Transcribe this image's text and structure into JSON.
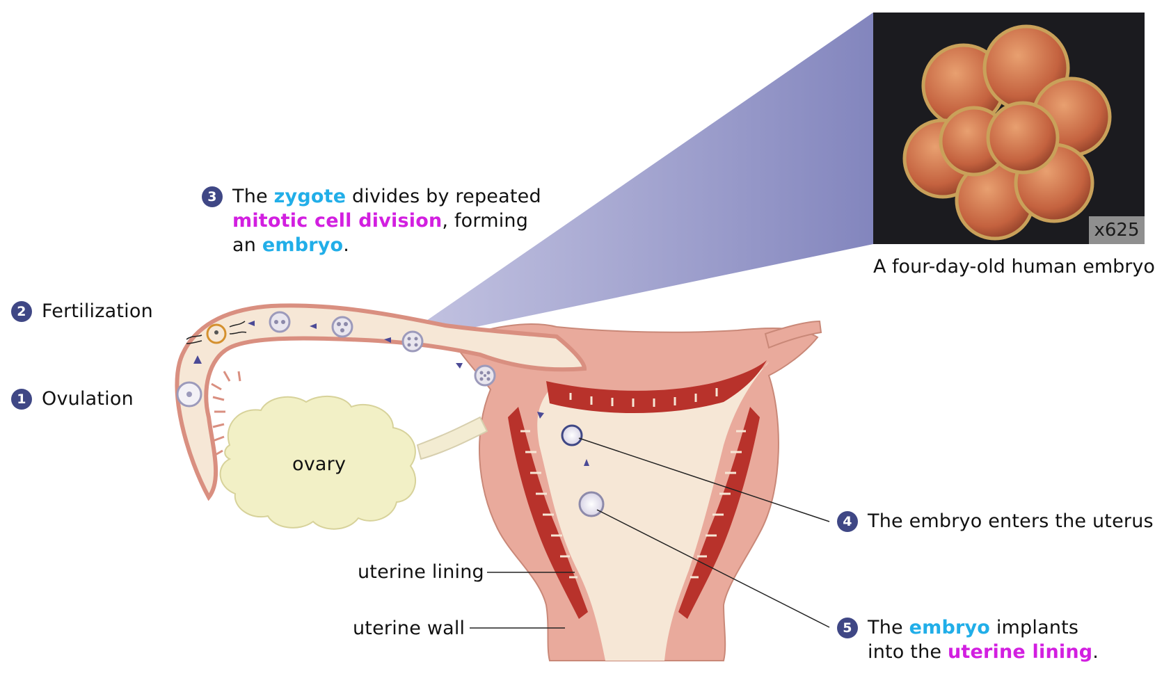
{
  "steps": {
    "s1": {
      "num": "1",
      "text": "Ovulation"
    },
    "s2": {
      "num": "2",
      "text": "Fertilization"
    },
    "s3": {
      "num": "3",
      "l1a": "The ",
      "l1b": "zygote",
      "l1c": " divides by repeated",
      "l2a": "mitotic cell division",
      "l2b": ", forming",
      "l3a": "an ",
      "l3b": "embryo",
      "l3c": "."
    },
    "s4": {
      "num": "4",
      "text": "The embryo enters the uterus."
    },
    "s5": {
      "num": "5",
      "l1a": "The ",
      "l1b": "embryo",
      "l1c": " implants",
      "l2a": "into the ",
      "l2b": "uterine lining",
      "l2c": "."
    }
  },
  "labels": {
    "ovary": "ovary",
    "uterine_lining": "uterine lining",
    "uterine_wall": "uterine wall"
  },
  "photo": {
    "magnification": "x625",
    "caption": "A four-day-old human embryo"
  },
  "colors": {
    "step_badge": "#3f4785",
    "highlight_blue": "#21aee8",
    "highlight_magenta": "#d21fe0",
    "tissue_pink": "#e7a496",
    "lining_red": "#b8322b",
    "cavity_cream": "#f6e7d6",
    "ovary_yellow": "#f2f0c6",
    "zoom_cone": "#8c8fc2"
  }
}
